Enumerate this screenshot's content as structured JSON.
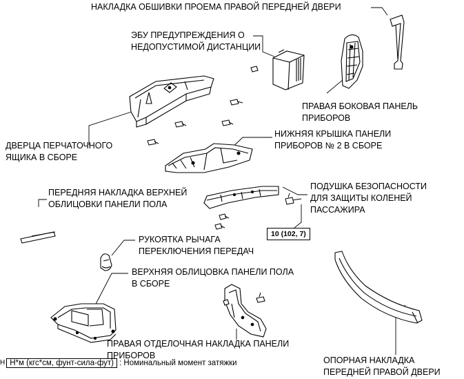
{
  "labels": {
    "right_door_trim": "НАКЛАДКА ОБШИВКИ ПРОЕМА ПРАВОЙ ПЕРЕДНЕЙ ДВЕРИ",
    "ecu_line1": "ЭБУ ПРЕДУПРЕЖДЕНИЯ О",
    "ecu_line2": "НЕДОПУСТИМОЙ ДИСТАНЦИИ",
    "side_panel_line1": "ПРАВАЯ БОКОВАЯ ПАНЕЛЬ",
    "side_panel_line2": "ПРИБОРОВ",
    "glovebox_line1": "ДВЕРЦА ПЕРЧАТОЧНОГО",
    "glovebox_line2": "ЯЩИКА В СБОРЕ",
    "lower_cover_line1": "НИЖНЯЯ КРЫШКА ПАНЕЛИ",
    "lower_cover_line2": "ПРИБОРОВ № 2 В СБОРЕ",
    "front_trim_line1": "ПЕРЕДНЯЯ НАКЛАДКА ВЕРХНЕЙ",
    "front_trim_line2": "ОБЛИЦОВКИ ПАНЕЛИ ПОЛА",
    "airbag_line1": "ПОДУШКА БЕЗОПАСНОСТИ",
    "airbag_line2": "ДЛЯ ЗАЩИТЫ КОЛЕНЕЙ",
    "airbag_line3": "ПАССАЖИРА",
    "torque_value": "10 (102, 7)",
    "shift_knob_line1": "РУКОЯТКА РЫЧАГА",
    "shift_knob_line2": "ПЕРЕКЛЮЧЕНИЯ ПЕРЕДАЧ",
    "console_line1": "ВЕРХНЯЯ ОБЛИЦОВКА ПАНЕЛИ ПОЛА",
    "console_line2": "В СБОРЕ",
    "finish_line1": "ПРАВАЯ ОТДЕЛОЧНАЯ НАКЛАДКА ПАНЕЛИ",
    "finish_line2": "ПРИБОРОВ",
    "scuff_line1": "ОПОРНАЯ НАКЛАДКА",
    "scuff_line2": "ПЕРЕДНЕЙ ПРАВОЙ ДВЕРИ"
  },
  "legend": {
    "prefix": "Н",
    "unit_box": "Н*м (кгс*см, фунт-сила-фут)",
    "description": ": Номинальный момент затяжки"
  }
}
